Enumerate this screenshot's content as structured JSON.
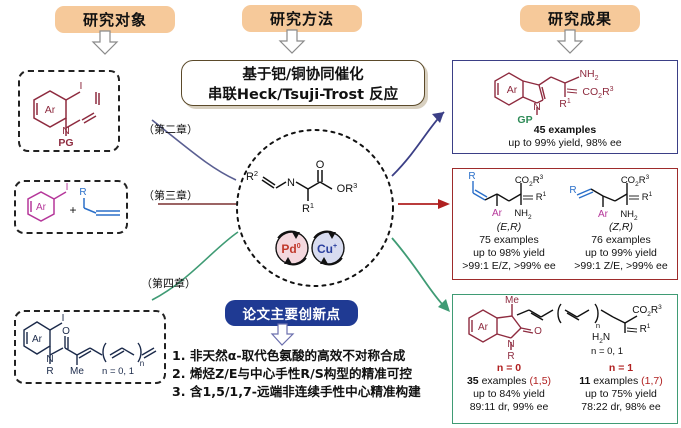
{
  "headers": [
    {
      "id": "object",
      "label": "研究对象"
    },
    {
      "id": "method",
      "label": "研究方法"
    },
    {
      "id": "result",
      "label": "研究成果"
    }
  ],
  "method_box": {
    "line1": "基于钯/铜协同催化",
    "line2": "串联Heck/Tsuji-Trost 反应"
  },
  "chapters": [
    {
      "id": "ch2",
      "label": "（第二章）"
    },
    {
      "id": "ch3",
      "label": "（第三章）"
    },
    {
      "id": "ch4",
      "label": "（第四章）"
    }
  ],
  "substrates": [
    {
      "id": "sub1",
      "ar": "Ar",
      "iodo": "I",
      "n_label": "N",
      "pg": "PG"
    },
    {
      "id": "sub2",
      "ar": "Ar",
      "iodo": "I",
      "plus": "+",
      "r": "R"
    },
    {
      "id": "sub3",
      "ar": "Ar",
      "iodo": "I",
      "n_label": "N",
      "r": "R",
      "me": "Me",
      "o": "O",
      "n_index": "n",
      "n_values": "n = 0, 1"
    }
  ],
  "center": {
    "r2": "R2",
    "n": "N",
    "o": "O",
    "or3": "OR3",
    "r1": "R1",
    "pd": "Pd",
    "pd_charge": "0",
    "cu": "Cu",
    "cu_charge": "+"
  },
  "results": [
    {
      "id": "indole",
      "atoms": {
        "ar": "Ar",
        "n": "N",
        "gp": "GP",
        "nh2": "NH2",
        "co2r3": "CO2R3",
        "r1": "R1"
      },
      "examples": "45 examples",
      "stats": "up to 99% yield, 98% ee"
    },
    {
      "id": "alkene",
      "left": {
        "atoms": {
          "r": "R",
          "ar": "Ar",
          "co2r3": "CO2R3",
          "r1": "R1",
          "nh2": "NH2"
        },
        "config": "(E,R)",
        "examples": "75 examples",
        "yield": "up to 98% yield",
        "ratio": ">99:1 E/Z, >99% ee"
      },
      "right": {
        "atoms": {
          "r": "R",
          "ar": "Ar",
          "co2r3": "CO2R3",
          "r1": "R1",
          "nh2": "NH2"
        },
        "config": "(Z,R)",
        "examples": "76 examples",
        "yield": "up to 99% yield",
        "ratio": ">99:1 Z/E, >99% ee"
      }
    },
    {
      "id": "oxindole",
      "atoms": {
        "me": "Me",
        "ar": "Ar",
        "n": "N",
        "r": "R",
        "o": "O",
        "h2n": "H2N",
        "co2r3": "CO2R3",
        "r1": "R1",
        "n_index": "n"
      },
      "n_values": "n = 0, 1",
      "left": {
        "n_label": "n = 0",
        "examples_num": "35",
        "examples_text": " examples ",
        "examples_paren": "(1,5)",
        "yield": "up to 84% yield",
        "dr": "89:11 dr, 99% ee"
      },
      "right": {
        "n_label": "n = 1",
        "examples_num": "11",
        "examples_text": " examples ",
        "examples_paren": "(1,7)",
        "yield": "up to 75% yield",
        "dr": "78:22 dr, 98% ee"
      }
    }
  ],
  "innovation": {
    "title": "论文主要创新点",
    "points": [
      "1. 非天然α-取代色氨酸的高效不对称合成",
      "2. 烯烃Z/E与中心手性R/S构型的精准可控",
      "3. 含1,5/1,7-远端非连续手性中心精准构建"
    ]
  },
  "colors": {
    "pill_bg": "#f6c99a",
    "accent_blue": "#1f3a93",
    "red_struct": "#8e2b3f",
    "blue_struct": "#2a6fc9",
    "magenta": "#b5379a",
    "green_border": "#3f9b74",
    "dark_red_border": "#9e2b2b",
    "navy_border": "#3b3f86"
  }
}
